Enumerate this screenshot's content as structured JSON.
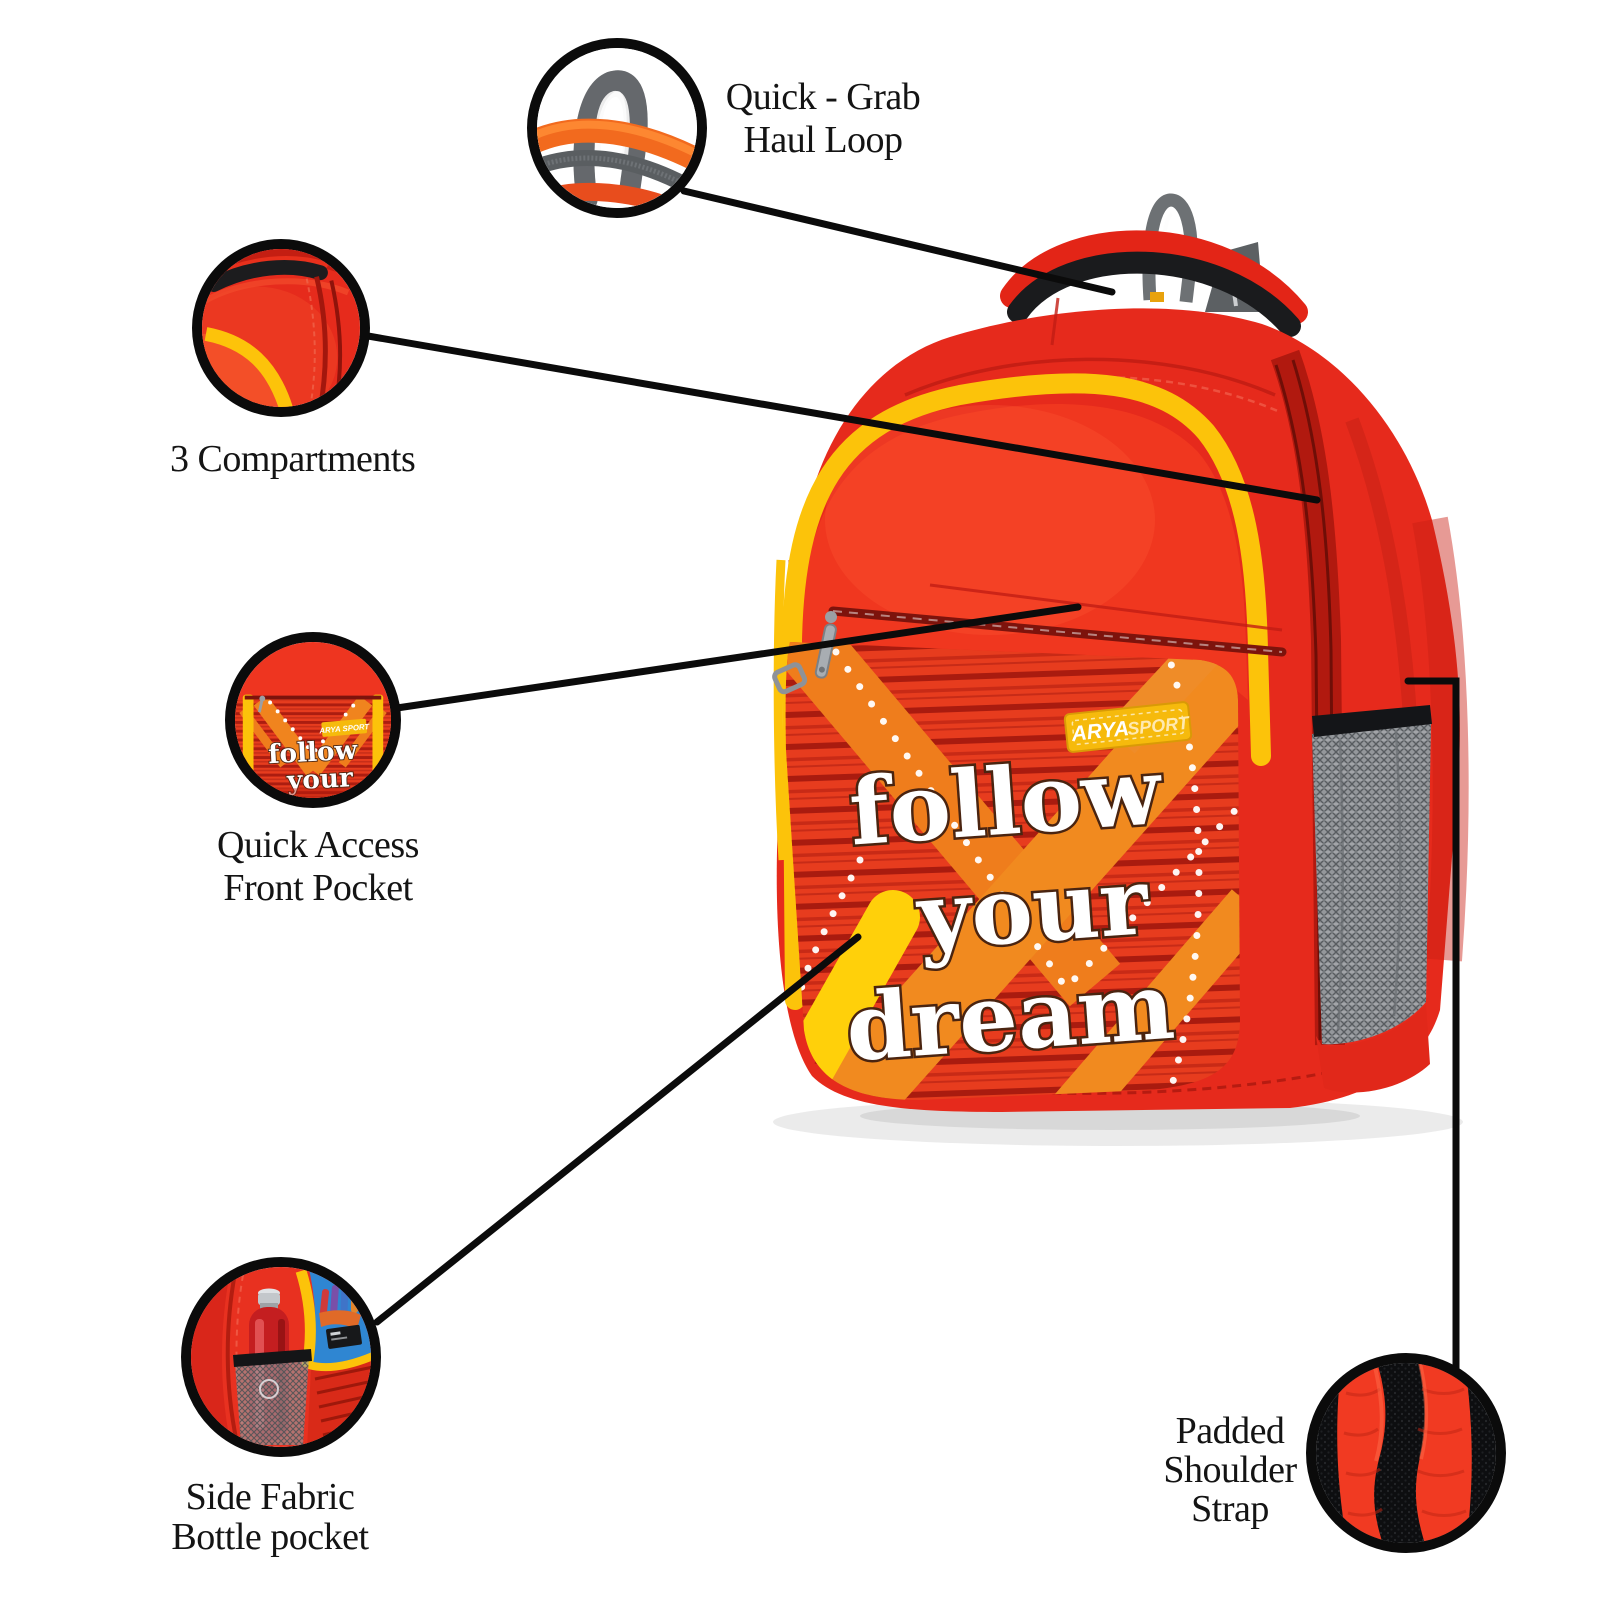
{
  "page": {
    "background": "#ffffff",
    "type": "product-feature-infographic"
  },
  "product": {
    "slogan": [
      "follow",
      "your",
      "dream"
    ],
    "badge": {
      "brand": "ARYA",
      "suffix": "SPORT",
      "full": "ARYA SPORT"
    }
  },
  "callouts": [
    {
      "name": "haul-loop",
      "lines": [
        "Quick - Grab",
        "Haul Loop"
      ]
    },
    {
      "name": "compartments",
      "lines": [
        "3 Compartments"
      ]
    },
    {
      "name": "front-pocket",
      "lines": [
        "Quick Access",
        "Front Pocket"
      ]
    },
    {
      "name": "bottle-pocket",
      "lines": [
        "Side Fabric",
        "Bottle pocket"
      ]
    },
    {
      "name": "shoulder-strap",
      "lines": [
        "Padded",
        "Shoulder",
        "Strap"
      ]
    }
  ],
  "colors": {
    "bag_red": "#e62a1c",
    "bag_red_bright": "#f0371f",
    "dark_red_seam": "#b81a10",
    "stripe_dark": "#9e150c",
    "orange_band": "#f18a1f",
    "yellow_accent": "#fcc30a",
    "badge_yellow": "#f6ba0c",
    "slogan_white": "#ffffff",
    "slogan_outline": "#4a2410",
    "handle_black": "#1a1b1d",
    "loop_grey": "#6d7174",
    "mesh_grey": "#94979b",
    "interior_blue": "#2f86d2",
    "bottle_red": "#c41e20",
    "line_black": "#0b0b0b",
    "label_text": "#141414"
  }
}
